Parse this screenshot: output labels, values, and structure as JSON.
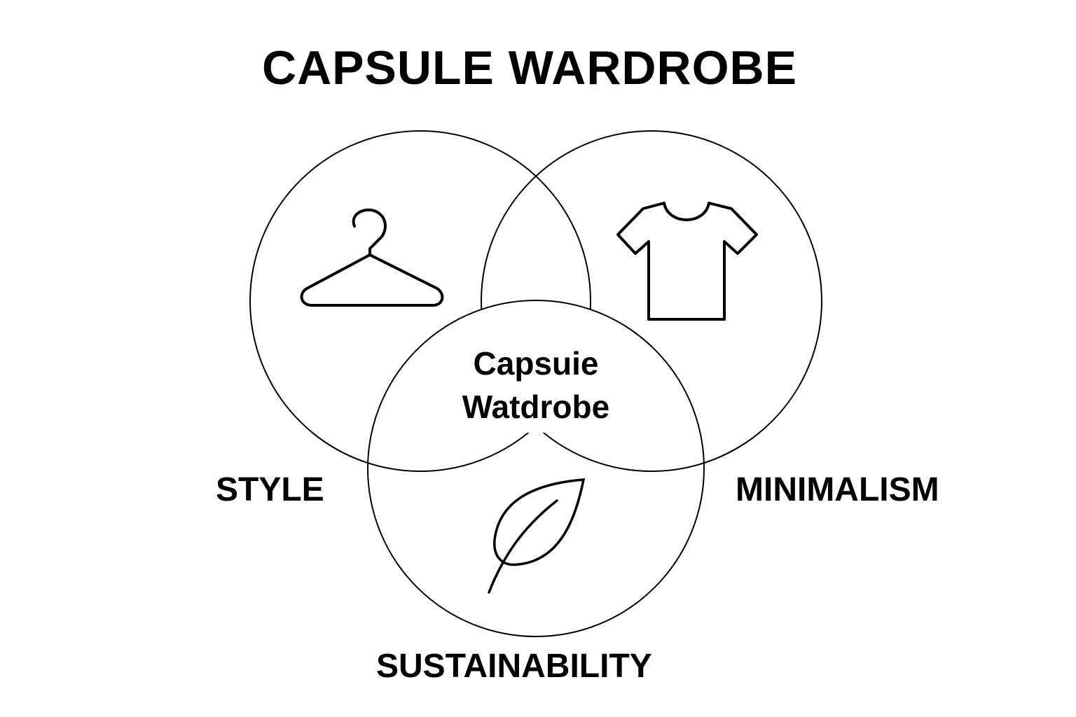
{
  "title": "CAPSULE WARDROBE",
  "center_label": [
    "Capsuie",
    "Watdrobe"
  ],
  "circles": [
    {
      "label": "STYLE",
      "icon": "hanger-icon"
    },
    {
      "label": "MINIMALISM",
      "icon": "tshirt-icon"
    },
    {
      "label": "SUSTAINABILITY",
      "icon": "leaf-icon"
    }
  ],
  "colors": {
    "stroke": "#000000",
    "background": "#ffffff"
  }
}
